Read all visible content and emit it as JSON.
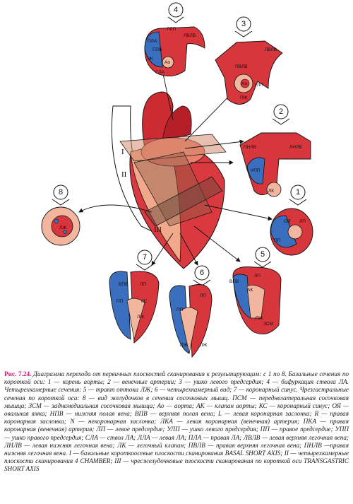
{
  "figure": {
    "views": [
      {
        "number": "1",
        "labels": [
          "ОЯ",
          "ПП",
          "ЛП"
        ]
      },
      {
        "number": "2",
        "labels": [
          "ПНЛВ",
          "ЛНЛВ",
          "УПП",
          "ЛК"
        ]
      },
      {
        "number": "3",
        "labels": [
          "ЛВЛВ",
          "ПВЛВ",
          "Ао",
          "УЛП",
          "ПЖ"
        ]
      },
      {
        "number": "4",
        "labels": [
          "ЛЛП",
          "ПЛА",
          "ПЛВ",
          "ЛВЛВ",
          "Ао",
          "ПЖ",
          "СЛА"
        ]
      },
      {
        "number": "5",
        "labels": [
          "ЛП",
          "ВПВ",
          "АК",
          "ПЖ",
          "ЗСМ"
        ]
      },
      {
        "number": "6",
        "labels": [
          "ЛП",
          "ПП",
          "ЛЖ",
          "ПЖ"
        ]
      },
      {
        "number": "7",
        "labels": [
          "ВПВ",
          "ЛП",
          "ПП",
          "КС",
          "ЛЖ"
        ]
      },
      {
        "number": "8",
        "labels": [
          "ЛЖ"
        ]
      }
    ],
    "planes": [
      "I",
      "II",
      "III"
    ]
  },
  "caption": {
    "label": "Рис. 7.24.",
    "text": "Диаграмма перехода от первичных плоскостей сканирования к результирующим: с 1 по 8. Базальные сечения по короткой оси: 1 — корень аорты; 2 — венечные артерии; 3 — ушко левого предсердия; 4 — бифуркация ствола ЛА. Четырехкамерные сечения: 5 — тракт оттока ЛЖ; 6 — четырехкамерный вид; 7 — коронарный синус. Чрезгастральные сечения по короткой оси: 8 — вид желудочков в сечении сосочковых мышц. ПСМ — переднелатеральная сосочковая мышца; ЗСМ — заднемедиальная сосочковая мышца; Ао — аорта; АК — клапан аорты; КС — коронарный синус; ОЯ — овальная ямка; НПВ — нижняя полая вена; ВПВ — верхняя полая вена; L — левая коронарная заслонка; R — правая коронарная заслонка; N — некоронарная заслонка; ЛКА — левая коронарная (венечная) артерия; ПКА — правая коронарная (венечная) артерия; ЛП — левое предсердие; УЛП — ушко левого предсердия; ПП — правое предсердие; УПП — ушко правого предсердия; СЛА — ствол ЛА; ЛЛА — левая ЛА; ПЛА — правая ЛА; ЛВЛВ — левая верхняя легочная вена; ЛНЛВ — левая нижняя легочная вена; ЛК — легочный клапан; ПВЛВ — правая верхняя легочная вена; ПНЛВ —правая нижняя легочная вена. I — базальные короткоосевые плоскости сканирования BASAL SHORT AXIS; II — четырехкамерные плоскости сканирования 4 CHAMBER; III — чресжелудочковые плоскости сканирования по короткой оси TRANSGASTRIC SHORT AXIS"
  }
}
